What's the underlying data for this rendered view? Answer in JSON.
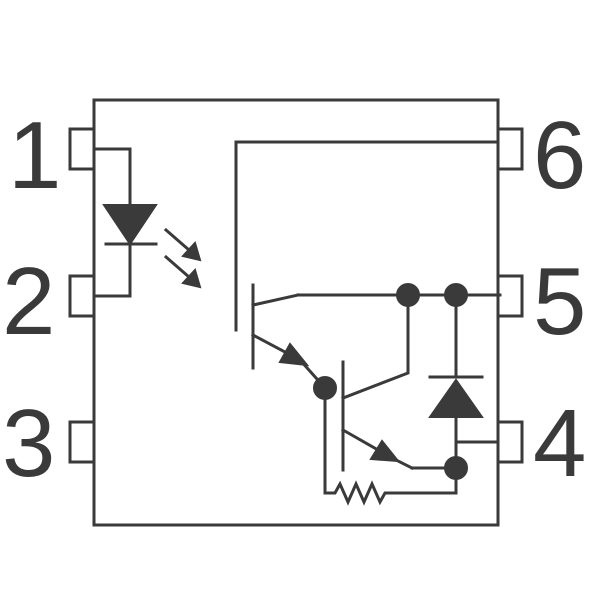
{
  "pins": {
    "p1": "1",
    "p2": "2",
    "p3": "3",
    "p4": "4",
    "p5": "5",
    "p6": "6"
  },
  "colors": {
    "ink": "#3a3a3a",
    "background": "#ffffff"
  }
}
